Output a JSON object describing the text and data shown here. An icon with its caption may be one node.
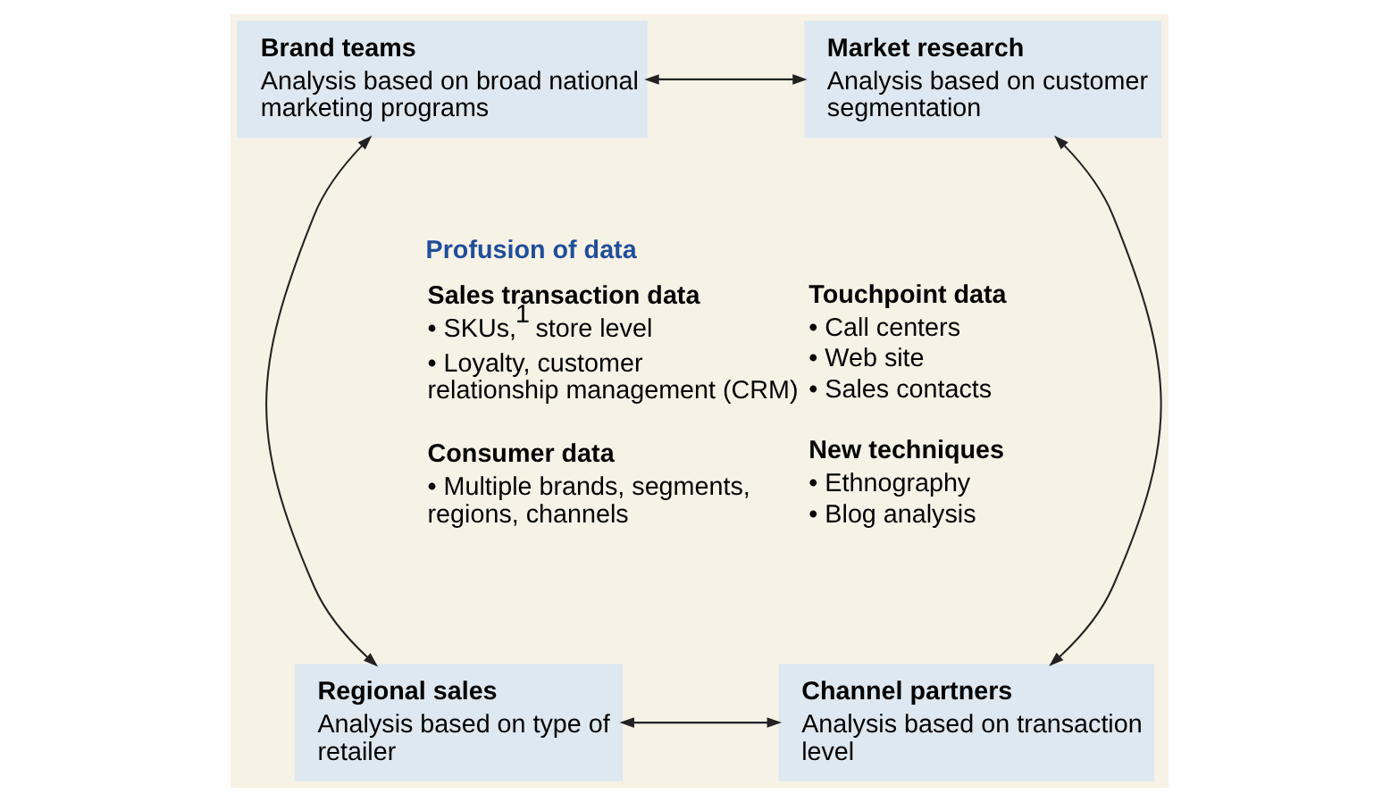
{
  "diagram": {
    "nodes": [
      {
        "text": [
          "Brand teams",
          "Analysis based on broad national marketing programs"
        ]
      },
      {
        "text": [
          "Market research",
          "Analysis based on customer segmentation"
        ]
      },
      {
        "text": [
          "Regional sales",
          "Analysis based on type of retailer"
        ]
      },
      {
        "text": [
          "Channel partners",
          "Analysis based on transaction level"
        ]
      }
    ],
    "edges": [
      {
        "from": 0,
        "to": 1,
        "arrow": "both"
      },
      {
        "from": 0,
        "to": 2,
        "arrow": "both"
      },
      {
        "from": 1,
        "to": 3,
        "arrow": "both"
      },
      {
        "from": 2,
        "to": 3,
        "arrow": "both"
      }
    ],
    "labels": [
      "Profusion of data",
      "Sales transaction data",
      "• SKUs,$^{1}$ store level",
      "• Loyalty, customer relationship management (CRM)",
      "Consumer data",
      "• Multiple brands, segments, regions, channels",
      "Touchpoint data",
      "• Call centers",
      "• Web site",
      "• Sales contacts",
      "New techniques",
      "• Ethnography",
      "• Blog analysis"
    ]
  }
}
